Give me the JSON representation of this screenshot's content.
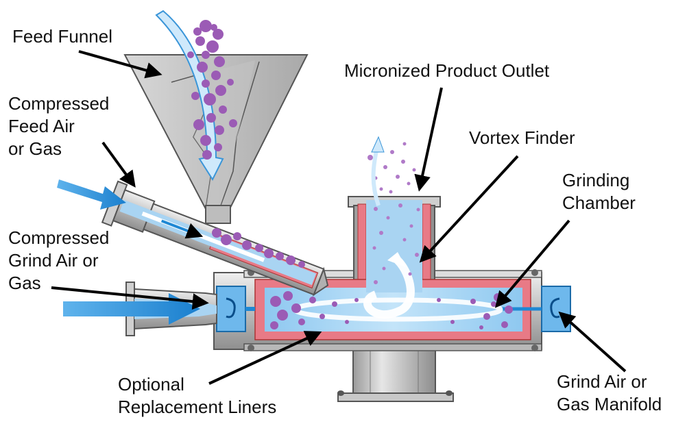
{
  "labels": {
    "feed_funnel": "Feed Funnel",
    "compressed_feed_air": [
      "Compressed",
      "Feed Air",
      "or Gas"
    ],
    "compressed_grind_air": [
      "Compressed",
      "Grind Air or",
      "Gas"
    ],
    "micronized_outlet": "Micronized Product Outlet",
    "vortex_finder": "Vortex Finder",
    "grinding_chamber": [
      "Grinding",
      "Chamber"
    ],
    "optional_liners": [
      "Optional",
      "Replacement Liners"
    ],
    "grind_manifold": [
      "Grind Air or",
      "Gas Manifold"
    ]
  },
  "colors": {
    "steel_light": "#d9d9d9",
    "steel_mid": "#b3b3b3",
    "steel_dark": "#8a8a8a",
    "liner": "#e87a86",
    "chamber_blue": "#a9d4f2",
    "air_blue": "#1f88d4",
    "particle": "#9b5bb5"
  }
}
